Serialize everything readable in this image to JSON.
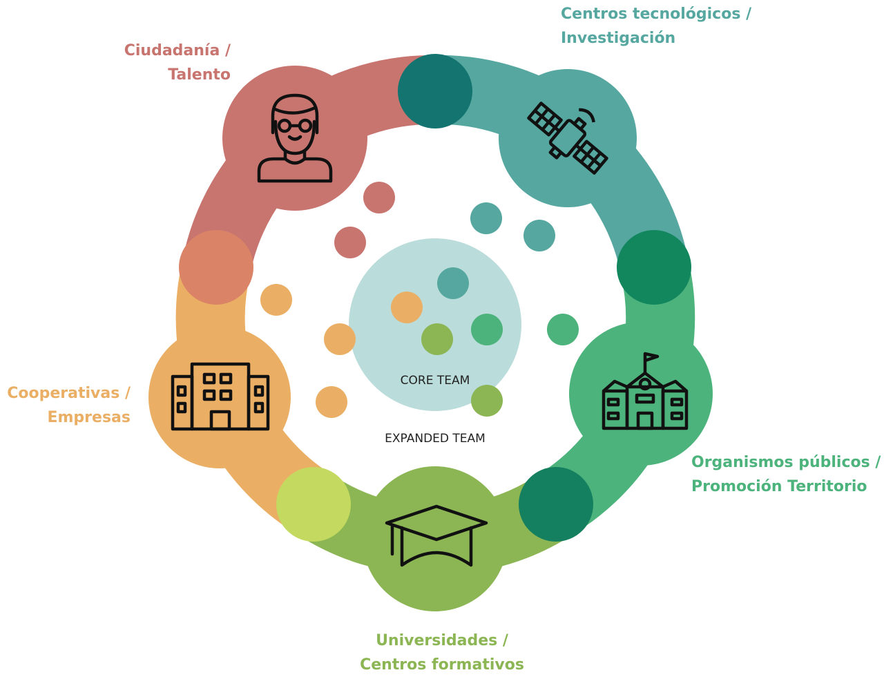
{
  "diagram": {
    "sectors": [
      {
        "id": "ciudadania",
        "line1": "Ciudadanía /",
        "line2": "Talento",
        "color": "#C87570",
        "icon": "person-with-glasses-icon"
      },
      {
        "id": "centros_tecnologicos",
        "line1": "Centros tecnológicos /",
        "line2": "Investigación",
        "color": "#55A7A0",
        "icon": "satellite-icon"
      },
      {
        "id": "organismos_publicos",
        "line1": "Organismos públicos /",
        "line2": "Promoción Territorio",
        "color": "#4DB37C",
        "icon": "public-building-icon"
      },
      {
        "id": "universidades",
        "line1": "Universidades /",
        "line2": "Centros formativos",
        "color": "#8CB554",
        "icon": "graduation-cap-icon"
      },
      {
        "id": "cooperativas",
        "line1": "Cooperativas /",
        "line2": "Empresas",
        "color": "#EAAF65",
        "icon": "office-building-icon"
      }
    ],
    "core_team_label": "CORE TEAM",
    "expanded_team_label": "EXPANDED TEAM",
    "core_color": "#BADCDA"
  }
}
